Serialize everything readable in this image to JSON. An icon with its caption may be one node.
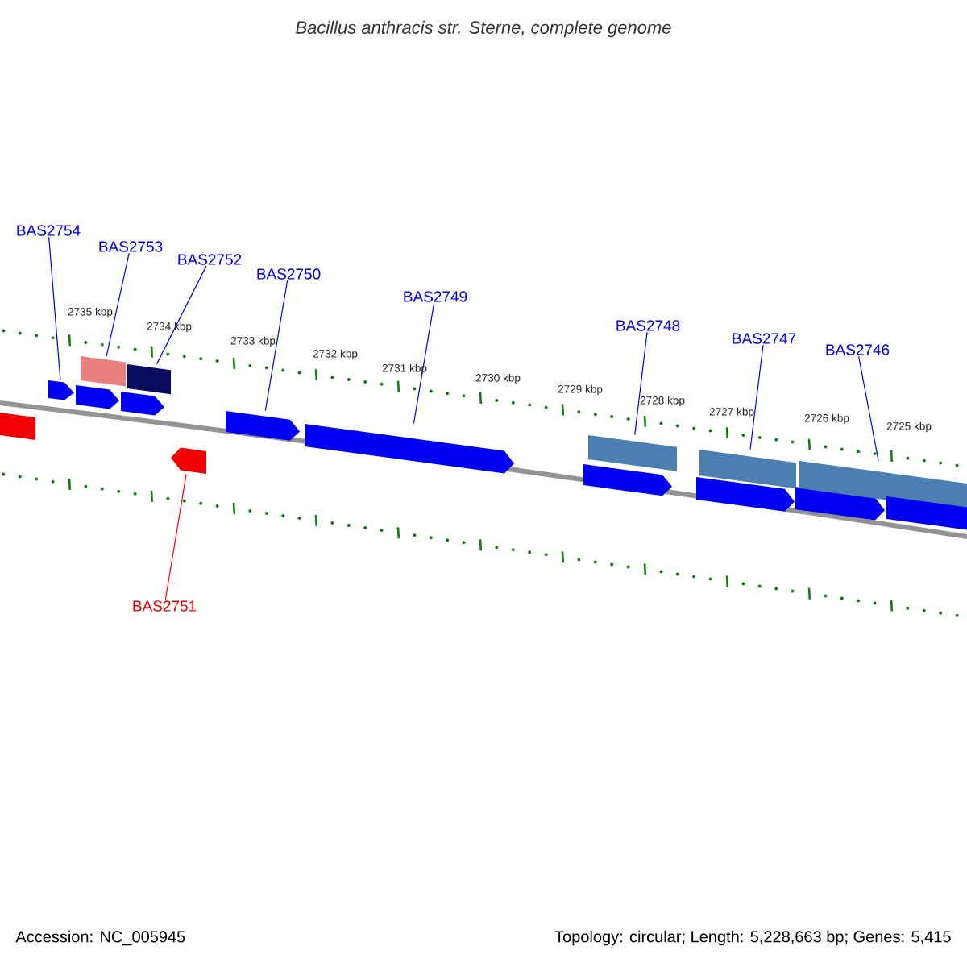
{
  "diagram": {
    "title": "Bacillus anthracis str. Sterne, complete genome",
    "nodes": [
      {
        "text": [
          "BAS2754"
        ]
      },
      {
        "text": [
          "BAS2753"
        ]
      },
      {
        "text": [
          "BAS2752"
        ]
      },
      {
        "text": [
          "BAS2750"
        ]
      },
      {
        "text": [
          "BAS2749"
        ]
      },
      {
        "text": [
          "BAS2748"
        ]
      },
      {
        "text": [
          "BAS2747"
        ]
      },
      {
        "text": [
          "BAS2746"
        ]
      },
      {
        "text": [
          "BAS2751"
        ]
      },
      {
        "text": [],
        "shape": "bar"
      },
      {
        "text": [],
        "shape": "arrow"
      },
      {
        "text": [],
        "shape": "arrow"
      },
      {
        "text": [],
        "shape": "bar"
      },
      {
        "text": [],
        "shape": "bar"
      },
      {
        "text": [],
        "shape": "arrow"
      },
      {
        "text": [],
        "shape": "arrow"
      },
      {
        "text": [],
        "shape": "arrow"
      },
      {
        "text": [],
        "shape": "arrow"
      },
      {
        "text": [],
        "shape": "arrow"
      },
      {
        "text": [],
        "shape": "bar"
      },
      {
        "text": [],
        "shape": "arrow"
      },
      {
        "text": [],
        "shape": "bar"
      },
      {
        "text": [],
        "shape": "arrow"
      },
      {
        "text": [],
        "shape": "bar"
      },
      {
        "text": [],
        "shape": "bar"
      }
    ],
    "edges": [
      {
        "from": 0,
        "to": 10,
        "arrow": "none"
      },
      {
        "from": 1,
        "to": 12,
        "arrow": "none"
      },
      {
        "from": 2,
        "to": 13,
        "arrow": "none"
      },
      {
        "from": 3,
        "to": 16,
        "arrow": "none"
      },
      {
        "from": 4,
        "to": 17,
        "arrow": "none"
      },
      {
        "from": 5,
        "to": 19,
        "arrow": "none"
      },
      {
        "from": 6,
        "to": 21,
        "arrow": "none"
      },
      {
        "from": 7,
        "to": 23,
        "arrow": "none"
      },
      {
        "from": 8,
        "to": 15,
        "arrow": "none",
        "color": "#ff0000"
      }
    ],
    "labels": [
      "2735 kbp",
      "2734 kbp",
      "2733 kbp",
      "2732 kbp",
      "2731 kbp",
      "2730 kbp",
      "2729 kbp",
      "2728 kbp",
      "2727 kbp",
      "2726 kbp",
      "2725 kbp",
      "Accession: NC_005945",
      "Topology: circular; Length: 5,228,663 bp; Genes: 5,415"
    ]
  }
}
